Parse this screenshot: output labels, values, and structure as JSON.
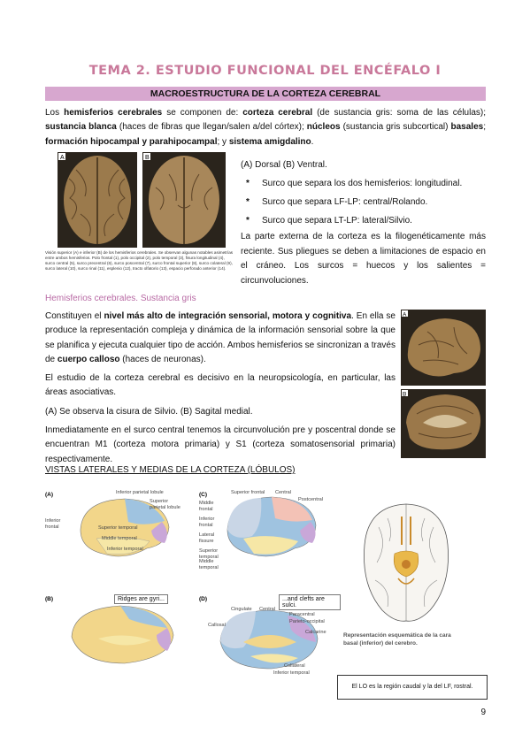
{
  "header": {
    "title": "TEMA 2. ESTUDIO FUNCIONAL DEL ENCÉFALO I",
    "section_bar": "MACROESTRUCTURA DE LA CORTEZA CEREBRAL"
  },
  "intro": {
    "t1": "Los ",
    "b1": "hemisferios cerebrales",
    "t2": " se componen de: ",
    "b2": "corteza cerebral",
    "t3": " (de sustancia gris: soma de las células); ",
    "b3": "sustancia blanca",
    "t4": " (haces de fibras que llegan/salen a/del córtex); ",
    "b4": "núcleos",
    "t5": " (sustancia gris subcortical) ",
    "b5": "basales",
    "t6": "; ",
    "b6": "formación hipocampal y parahipocampal",
    "t7": "; y ",
    "b7": "sistema amigdalino",
    "t8": "."
  },
  "fig1": {
    "label_a": "A",
    "label_b": "B",
    "caption": "Visión superior (A) e inferior (B) de los hemisferios cerebrales. Se observan algunas notables asimetrías entre ambos hemisferios. Polo frontal (1), polo occipital (2), polo temporal (3), fisura longitudinal (4), surco central (5), surco precentral (6), surco poscentral (7), surco frontal superior (8), surco colateral (9), surco lateral (10), surco rinal (11), esplenio (12), tracto olfatorio (13), espacio perforado anterior (14)."
  },
  "right_col": {
    "line1": "(A) Dorsal (B) Ventral.",
    "bullets": [
      "Surco que separa los dos hemisferios: longitudinal.",
      "Surco que separa LF-LP: central/Rolando.",
      "Surco que separa LT-LP: lateral/Silvio."
    ],
    "ext": "La parte externa de la corteza es la filogenéticamente más reciente. Sus pliegues se deben a limitaciones de espacio en el cráneo. Los surcos = huecos y los salientes = circunvoluciones."
  },
  "section2": {
    "heading": "Hemisferios cerebrales. Sustancia gris",
    "p1_t1": "Constituyen el ",
    "p1_b1": "nivel más alto de integración sensorial, motora y cognitiva",
    "p1_t2": ". En ella se produce la representación compleja y dinámica de la información sensorial sobre la que se planifica y ejecuta cualquier tipo de acción. Ambos hemisferios se sincronizan a través de ",
    "p1_b2": "cuerpo calloso",
    "p1_t3": " (haces de neuronas).",
    "p2": "El estudio de la corteza cerebral es decisivo en la neuropsicología, en particular, las áreas asociativas.",
    "p3": "(A) Se observa la cisura de Silvio. (B) Sagital medial.",
    "p4": "Inmediatamente en el surco central tenemos la circunvolución pre y poscentral donde se encuentran M1 (corteza motora primaria) y S1 (corteza somatosensorial primaria) respectivamente."
  },
  "side_fig": {
    "label_a": "A",
    "label_b": "B"
  },
  "lobes": {
    "heading": "VISTAS LATERALES Y MEDIAS DE LA CORTEZA (LÓBULOS)",
    "panel_a": "(A)",
    "panel_b": "(B)",
    "panel_c": "(C)",
    "panel_d": "(D)",
    "a_labels": [
      "Inferior parietal lobule",
      "Superior parietal lobule",
      "Inferior frontal",
      "Superior temporal",
      "Middle temporal",
      "Inferior temporal"
    ],
    "b_callout": "Ridges are gyri...",
    "c_labels": [
      "Superior frontal",
      "Central",
      "Postcentral",
      "Middle frontal",
      "Inferior frontal",
      "Lateral fissure",
      "Superior temporal",
      "Middle temporal"
    ],
    "d_callout": "...and clefts are sulci.",
    "d_labels": [
      "Cingulate",
      "Central",
      "Paracentral",
      "Parieto-occipital",
      "Callosal",
      "Calcarine",
      "Collateral",
      "Inferior temporal"
    ]
  },
  "basal": {
    "caption": "Representación esquemática de la cara basal (inferior) del cerebro."
  },
  "note": "El LO es la región caudal y la del LF, rostral.",
  "page_number": "9",
  "colors": {
    "title": "#c9789a",
    "bar": "#d7a7cf",
    "section_heading": "#b86aa4",
    "lobe_frontal": "#f2d68a",
    "lobe_parietal": "#9fc3e0",
    "lobe_temporal": "#f6e7a6",
    "lobe_occipital": "#c9a7d8",
    "brain_photo": "#8a6a42"
  }
}
